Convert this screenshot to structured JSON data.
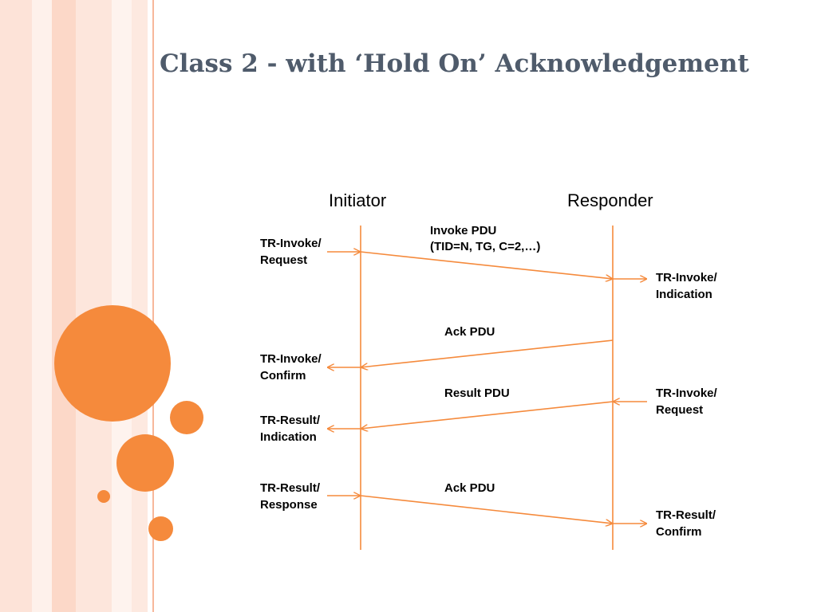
{
  "slide": {
    "title": "Class 2 - with ‘Hold On’ Acknowledgement"
  },
  "diagram": {
    "initiator_label": "Initiator",
    "responder_label": "Responder",
    "messages": {
      "invoke_pdu": [
        "Invoke PDU",
        "(TID=N, TG, C=2,…)"
      ],
      "ack_pdu_1": [
        "Ack PDU"
      ],
      "result_pdu": [
        "Result PDU"
      ],
      "ack_pdu_2": [
        "Ack PDU"
      ]
    },
    "initiator_primitives": {
      "invoke_request": [
        "TR-Invoke/",
        "Request"
      ],
      "invoke_confirm": [
        "TR-Invoke/",
        "Confirm"
      ],
      "result_indication": [
        "TR-Result/",
        "Indication"
      ],
      "result_response": [
        "TR-Result/",
        "Response"
      ]
    },
    "responder_primitives": {
      "invoke_indication": [
        "TR-Invoke/",
        "Indication"
      ],
      "invoke_request": [
        "TR-Invoke/",
        "Request"
      ],
      "result_confirm": [
        "TR-Result/",
        "Confirm"
      ]
    }
  },
  "colors": {
    "accent": "#f58a3c",
    "title": "#4f5b6b",
    "stripe_light": "#fde6dc",
    "stripe_mid": "#fbd2c0"
  }
}
